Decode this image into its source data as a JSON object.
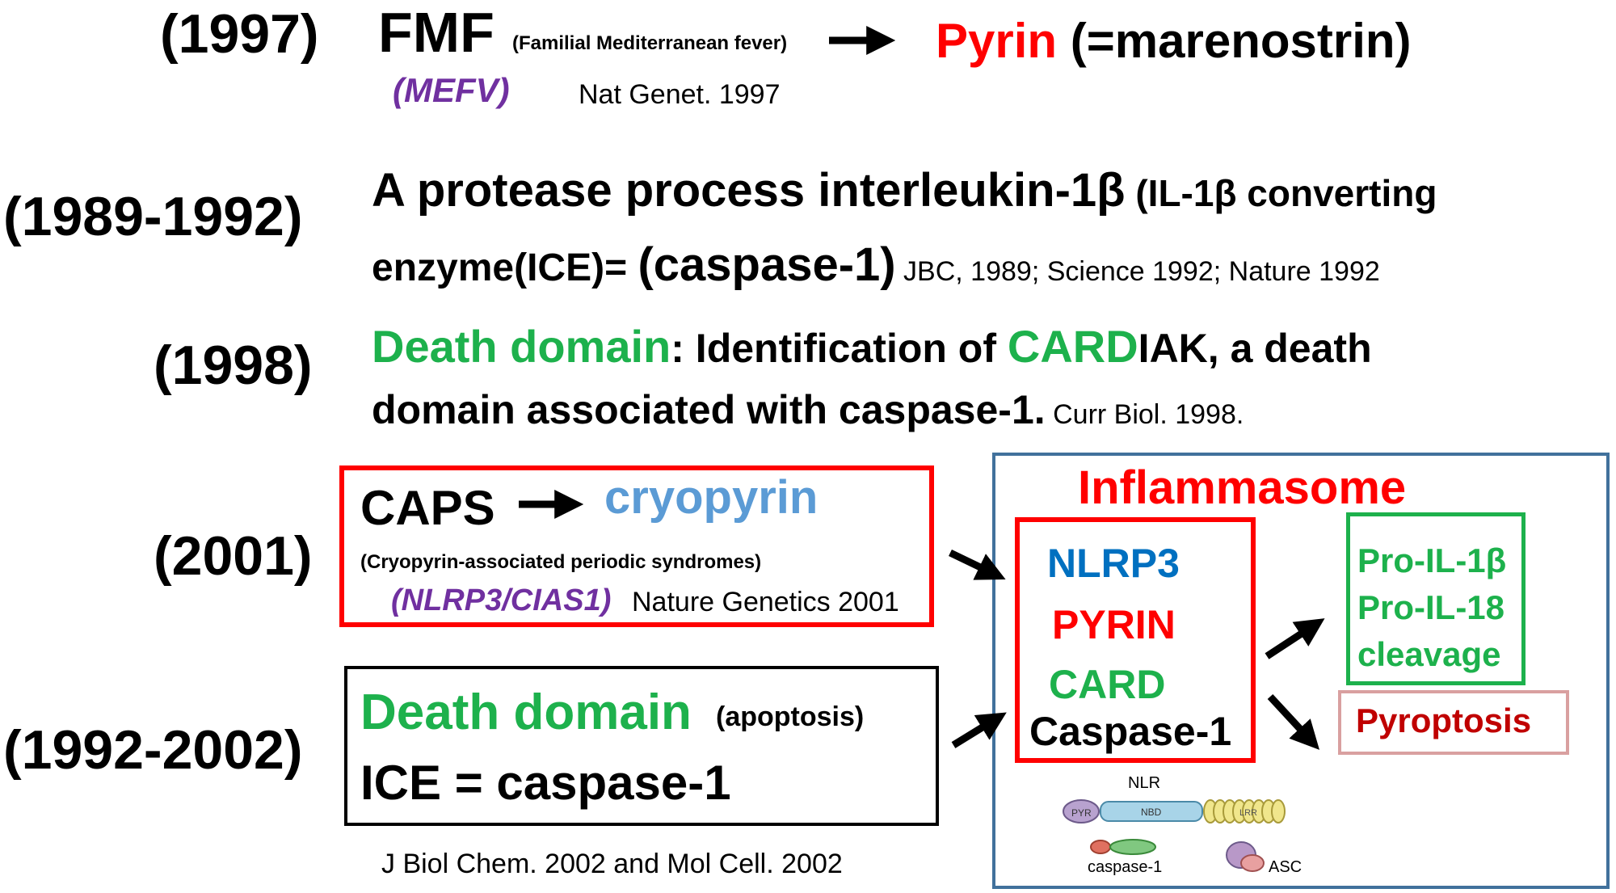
{
  "row1997": {
    "year": "(1997)",
    "disease": "FMF",
    "disease_full": "(Familial Mediterranean fever)",
    "gene": "(MEFV)",
    "ref": "Nat Genet. 1997",
    "protein": "Pyrin",
    "protein_alias": " (=marenostrin)"
  },
  "row1989": {
    "year": "(1989-1992)",
    "line1_main": "A protease process interleukin-1β",
    "line1_tail": " (IL-1β converting",
    "line2_main": "enzyme(ICE)= ",
    "line2_caspase": "(caspase-1)",
    "ref": " JBC, 1989; Science 1992; Nature 1992"
  },
  "row1998": {
    "year": "(1998)",
    "dd": "Death domain",
    "colon_text": ": Identification of ",
    "card": "CARD",
    "rest1": "IAK, a death",
    "line2": "domain associated with caspase-1.",
    "ref": " Curr Biol. 1998."
  },
  "row2001": {
    "year": "(2001)",
    "caps": "CAPS",
    "cryopyrin": "cryopyrin",
    "caps_full": "(Cryopyrin-associated periodic syndromes)",
    "gene": "(NLRP3/CIAS1)",
    "ref": "Nature Genetics 2001"
  },
  "row1992": {
    "year": "(1992-2002)",
    "dd": "Death domain",
    "apoptosis": "(apoptosis)",
    "ice": "ICE = caspase-1",
    "ref": "J Biol Chem. 2002 and Mol Cell. 2002"
  },
  "inflammasome": {
    "title": "Inflammasome",
    "components": {
      "nlrp3": "NLRP3",
      "pyrin": "PYRIN",
      "card": "CARD",
      "caspase": "Caspase-1"
    },
    "output1": [
      "Pro-IL-1β",
      "Pro-IL-18",
      "cleavage"
    ],
    "output2": "Pyroptosis",
    "diagram": {
      "nlr": "NLR",
      "pyr": "PYR",
      "nbd": "NBD",
      "lrr": "LRR",
      "caspase": "caspase-1",
      "asc": "ASC"
    }
  },
  "colors": {
    "red": "#ff0000",
    "green": "#1db14c",
    "purple": "#7030a0",
    "blue": "#5b9bd5",
    "nav": "#41719c"
  }
}
